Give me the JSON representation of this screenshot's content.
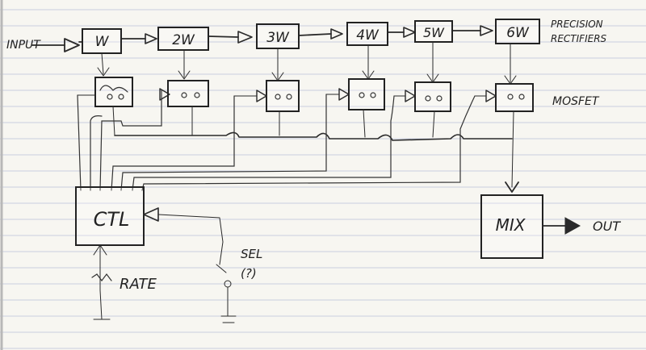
{
  "labels": {
    "input": "INPUT",
    "precision_1": "PRECISION",
    "precision_2": "RECTIFIERS",
    "mosfet": "MOSFET",
    "ctl": "CTL",
    "rate": "RATE",
    "sel_1": "SEL",
    "sel_2": "(?)",
    "mix": "MIX",
    "out": "OUT"
  },
  "rectifiers": [
    {
      "label": "W"
    },
    {
      "label": "2W"
    },
    {
      "label": "3W"
    },
    {
      "label": "4W"
    },
    {
      "label": "5W"
    },
    {
      "label": "6W"
    }
  ],
  "colors": {
    "paper": "#f7f6f1",
    "rule_lines": "#c9cde0",
    "margin_line": "#b8b8b8",
    "ink": "#2a2a2a"
  }
}
